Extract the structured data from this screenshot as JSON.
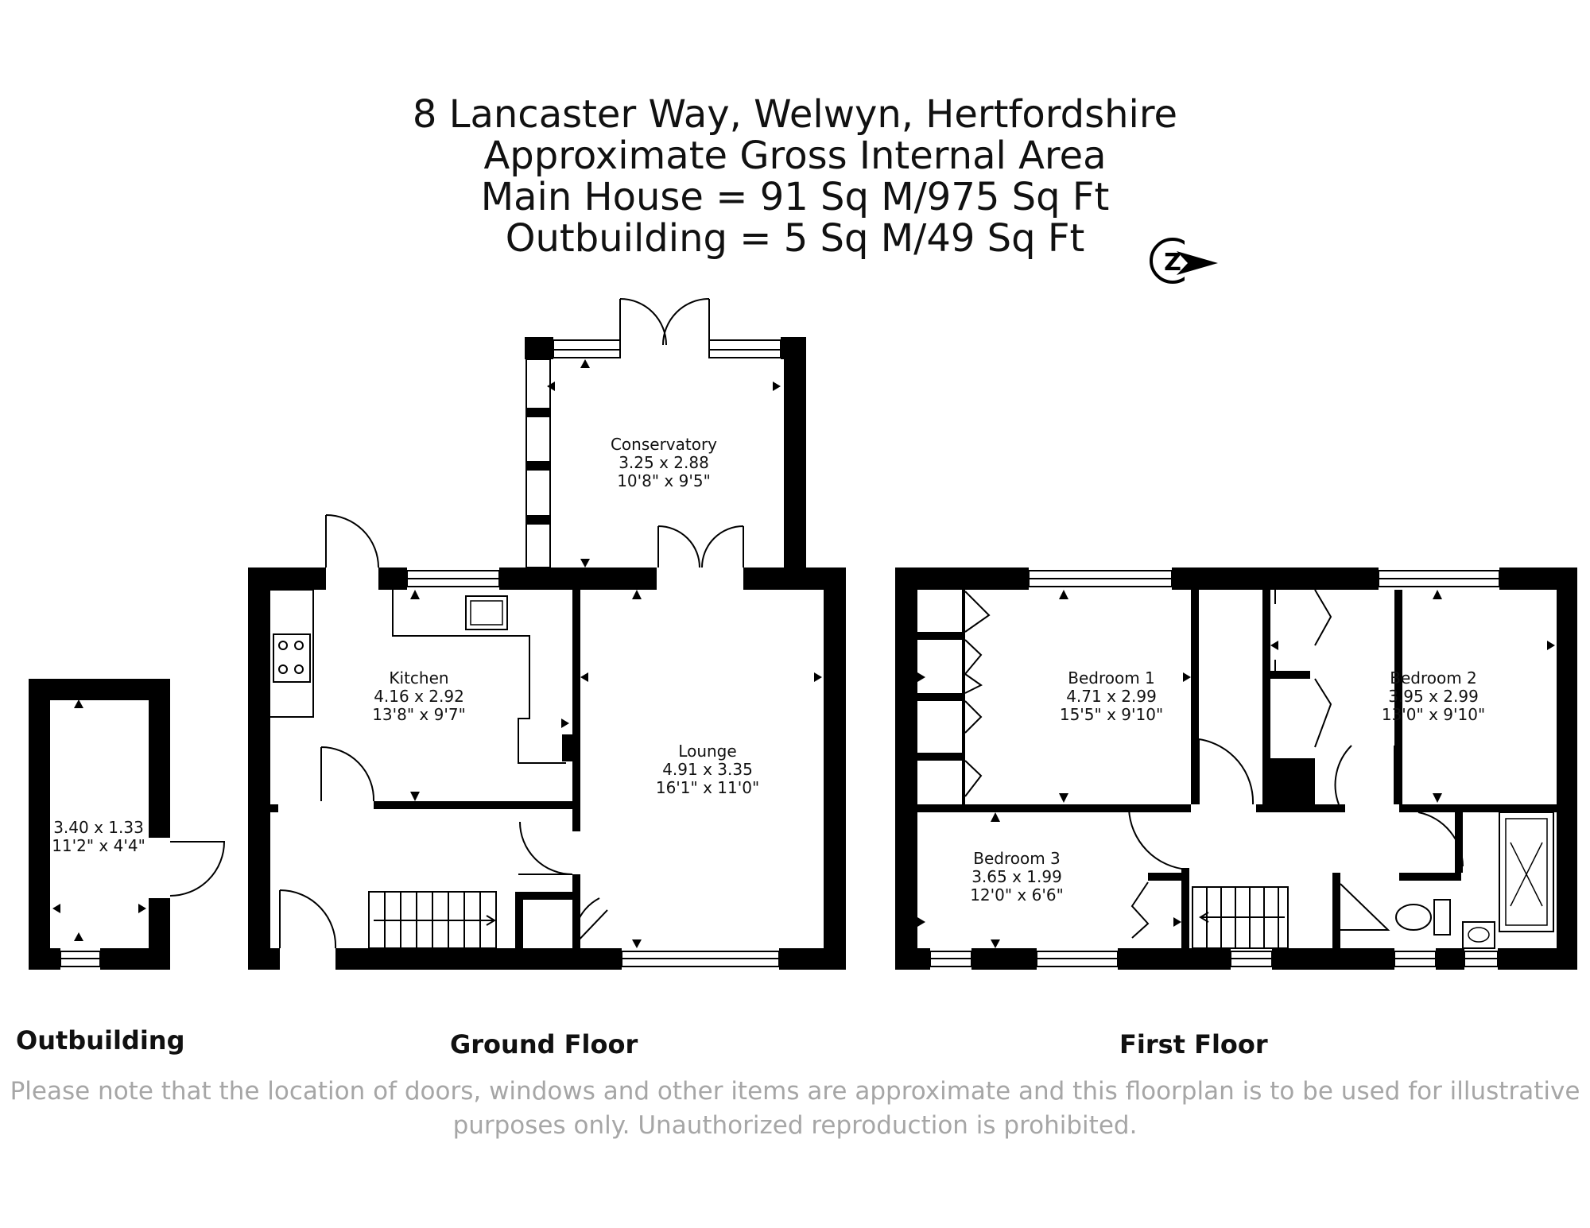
{
  "header": {
    "address": "8 Lancaster Way, Welwyn, Hertfordshire",
    "area_heading": "Approximate Gross Internal Area",
    "main_house_area": "Main House = 91 Sq M/975 Sq Ft",
    "outbuilding_area": "Outbuilding = 5 Sq M/49 Sq Ft"
  },
  "compass": {
    "letter": "Z",
    "icon": "north-arrow-icon"
  },
  "rooms": {
    "outbuilding": {
      "name": "",
      "metric": "3.40 x 1.33",
      "imperial": "11'2\" x 4'4\""
    },
    "conservatory": {
      "name": "Conservatory",
      "metric": "3.25 x 2.88",
      "imperial": "10'8\" x 9'5\""
    },
    "kitchen": {
      "name": "Kitchen",
      "metric": "4.16 x 2.92",
      "imperial": "13'8\" x 9'7\""
    },
    "lounge": {
      "name": "Lounge",
      "metric": "4.91 x 3.35",
      "imperial": "16'1\" x 11'0\""
    },
    "bedroom1": {
      "name": "Bedroom 1",
      "metric": "4.71 x 2.99",
      "imperial": "15'5\" x 9'10\""
    },
    "bedroom2": {
      "name": "Bedroom 2",
      "metric": "3.95 x 2.99",
      "imperial": "13'0\" x 9'10\""
    },
    "bedroom3": {
      "name": "Bedroom 3",
      "metric": "3.65 x 1.99",
      "imperial": "12'0\" x 6'6\""
    }
  },
  "floors": {
    "outbuilding": "Outbuilding",
    "ground": "Ground Floor",
    "first": "First Floor"
  },
  "disclaimer": {
    "line1": "Please note that the location of doors, windows and other items are approximate and this floorplan is to be used for illustrative",
    "line2": "purposes only. Unauthorized reproduction is prohibited."
  },
  "colors": {
    "wall": "#000000",
    "disclaimer": "#a6a6a6",
    "background": "#ffffff"
  }
}
